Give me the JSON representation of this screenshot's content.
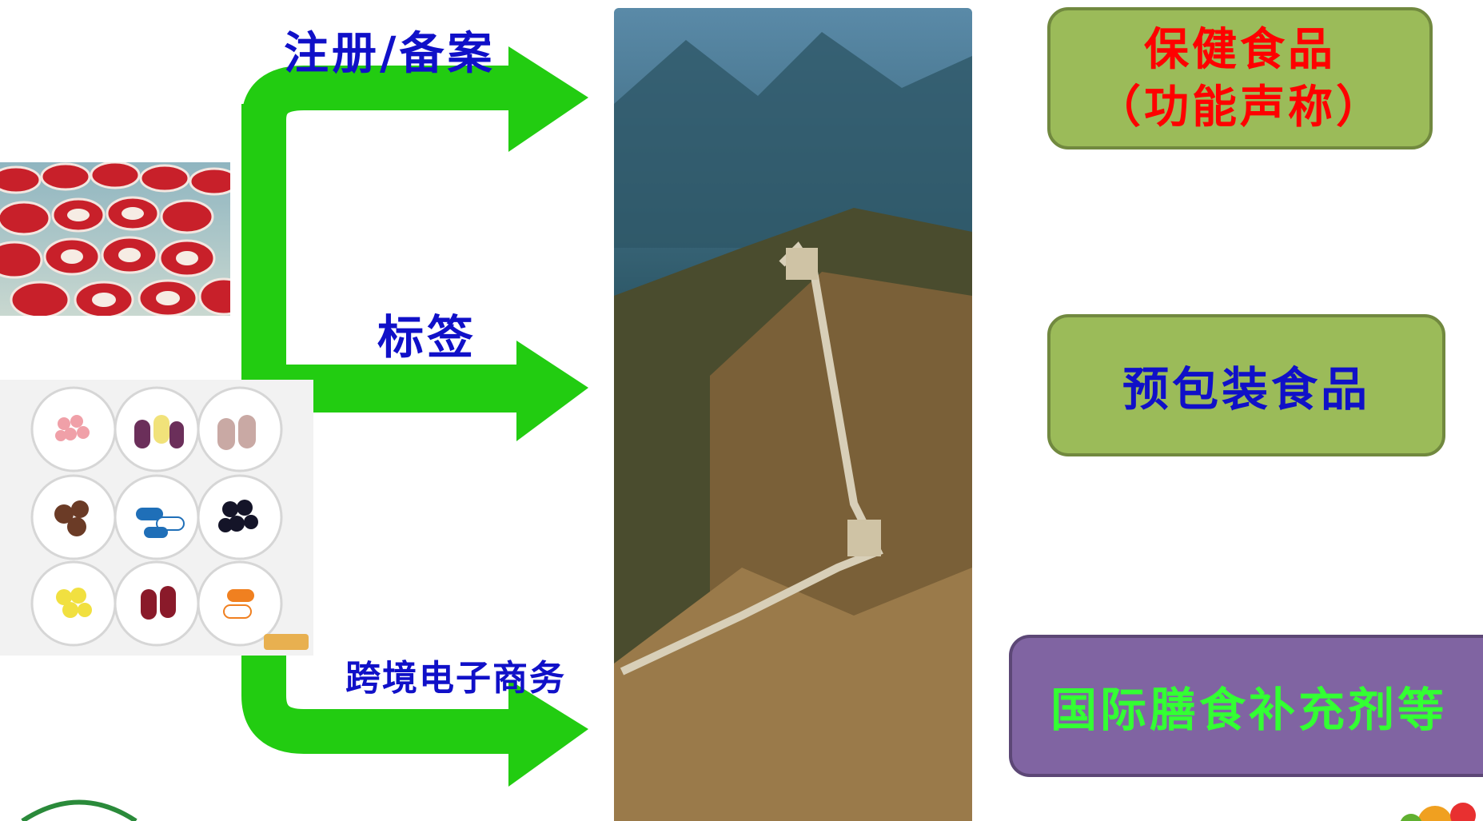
{
  "routes": [
    {
      "label": "注册/备案"
    },
    {
      "label": "标签"
    },
    {
      "label": "跨境电子商务"
    }
  ],
  "categories": [
    {
      "line1": "保健食品",
      "line2": "（功能声称）",
      "color": "#ff0000",
      "bg": "#9bbb59"
    },
    {
      "line1": "预包装食品",
      "color": "#1010c8",
      "bg": "#9bbb59"
    },
    {
      "line1": "国际膳食补充剂等",
      "color": "#33ff33",
      "bg": "#8064a2"
    }
  ],
  "photos": {
    "yogurt": "yogurt-cups-photo",
    "pills": "supplement-pills-photo",
    "wall": "great-wall-photo"
  },
  "colors": {
    "arrow": "#22cc11",
    "label": "#1010c8"
  }
}
